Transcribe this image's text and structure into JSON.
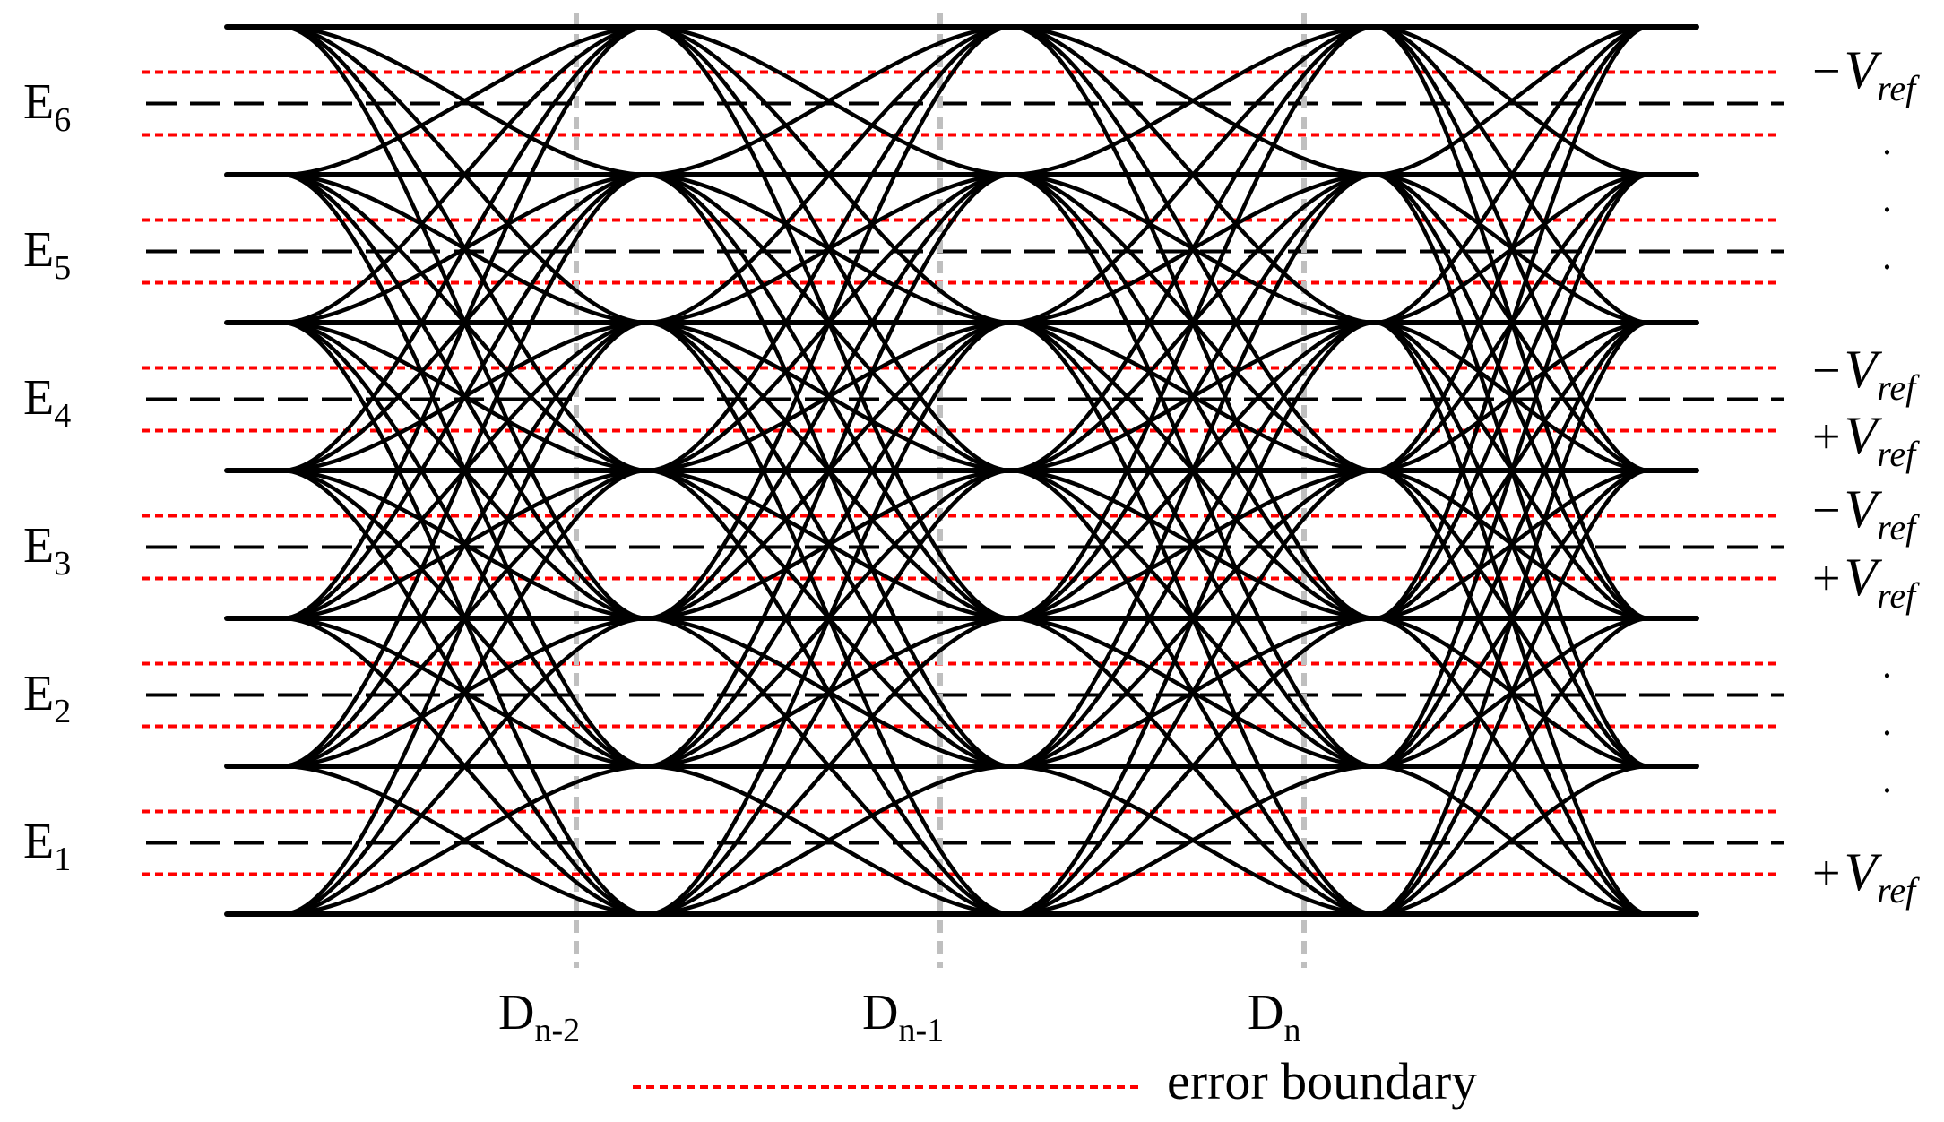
{
  "diagram": {
    "error_levels": [
      {
        "main": "E",
        "sub": "6"
      },
      {
        "main": "E",
        "sub": "5"
      },
      {
        "main": "E",
        "sub": "4"
      },
      {
        "main": "E",
        "sub": "3"
      },
      {
        "main": "E",
        "sub": "2"
      },
      {
        "main": "E",
        "sub": "1"
      }
    ],
    "sample_instants": [
      {
        "main": "D",
        "sub": "n-2"
      },
      {
        "main": "D",
        "sub": "n-1"
      },
      {
        "main": "D",
        "sub": "n"
      }
    ],
    "vref_labels": [
      {
        "sign": "−",
        "symbol": "V",
        "sub": "ref"
      },
      {
        "sign": "−",
        "symbol": "V",
        "sub": "ref"
      },
      {
        "sign": "+",
        "symbol": "V",
        "sub": "ref"
      },
      {
        "sign": "−",
        "symbol": "V",
        "sub": "ref"
      },
      {
        "sign": "+",
        "symbol": "V",
        "sub": "ref"
      },
      {
        "sign": "+",
        "symbol": "V",
        "sub": "ref"
      }
    ],
    "ellipsis_dot": ".",
    "legend": {
      "label": "error boundary"
    },
    "colors": {
      "trace": "#000000",
      "error_boundary": "#ff0000",
      "sampling_line": "#bfbfbf",
      "threshold": "#000000"
    }
  }
}
